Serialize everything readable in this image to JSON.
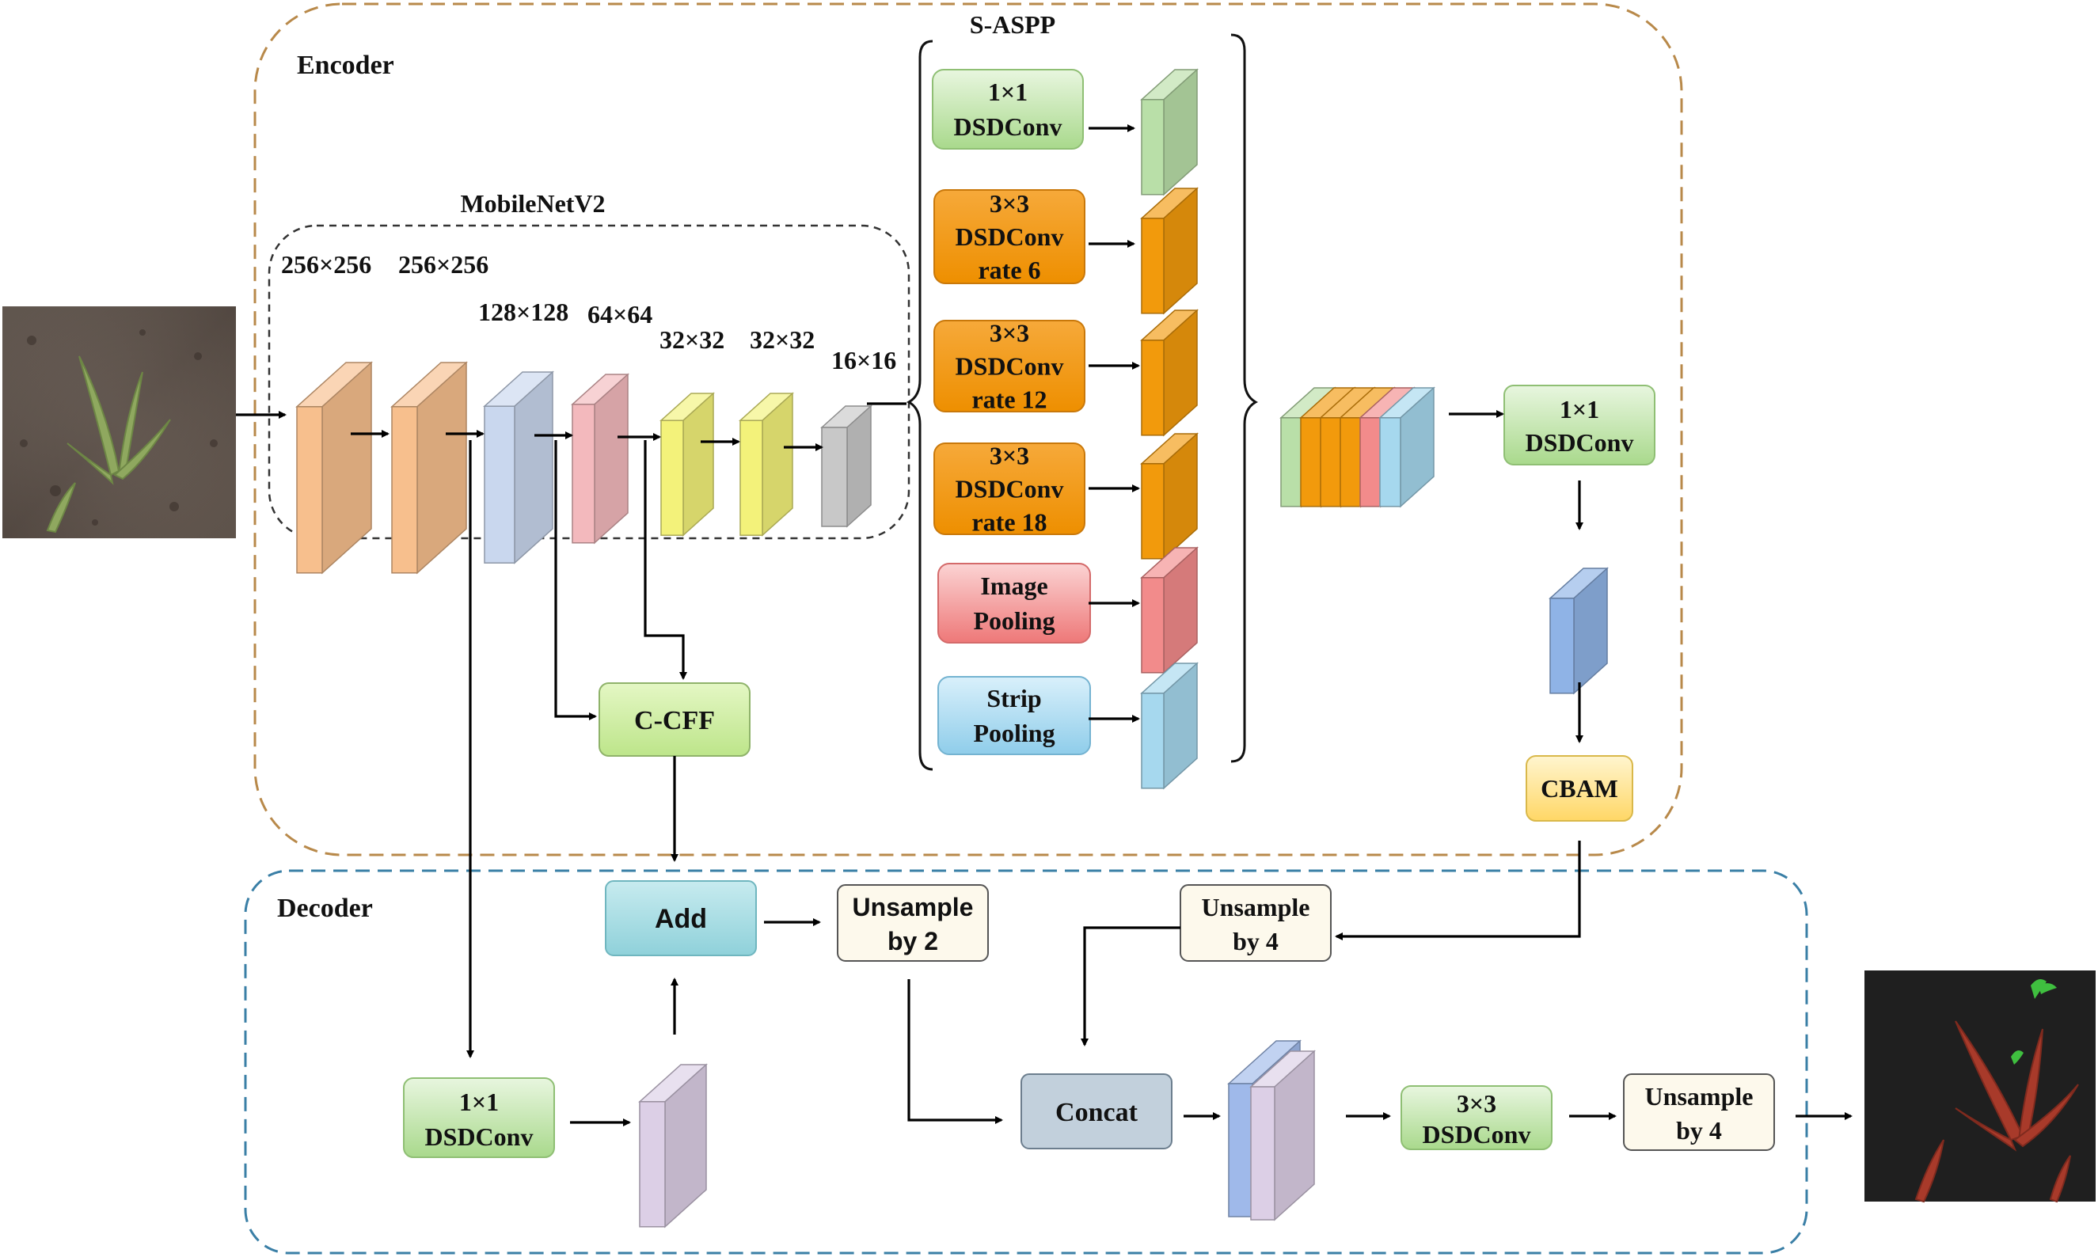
{
  "encoder": {
    "label": "Encoder"
  },
  "decoder": {
    "label": "Decoder"
  },
  "backbone": {
    "label": "MobileNetV2",
    "sizes": [
      "256×256",
      "256×256",
      "128×128",
      "64×64",
      "32×32",
      "32×32",
      "16×16"
    ]
  },
  "saspp": {
    "label": "S-ASPP",
    "branches": [
      {
        "lines": [
          "1×1",
          "DSDConv"
        ],
        "color": "#b9dfa8"
      },
      {
        "lines": [
          "3×3",
          "DSDConv",
          "rate 6"
        ],
        "color": "#f29a0c"
      },
      {
        "lines": [
          "3×3",
          "DSDConv",
          "rate 12"
        ],
        "color": "#f29a0c"
      },
      {
        "lines": [
          "3×3",
          "DSDConv",
          "rate 18"
        ],
        "color": "#f29a0c"
      },
      {
        "lines": [
          "Image",
          "Pooling"
        ],
        "color": "#f28b8b"
      },
      {
        "lines": [
          "Strip",
          "Pooling"
        ],
        "color": "#a6d8ee"
      }
    ]
  },
  "blocks": {
    "ccff": "C-CFF",
    "conv_after_concat": [
      "1×1",
      "DSDConv"
    ],
    "cbam": "CBAM",
    "add": "Add",
    "up2": [
      "Unsample",
      "by 2"
    ],
    "up4_top": [
      "Unsample",
      "by 4"
    ],
    "concat": "Concat",
    "dec_conv1": [
      "1×1",
      "DSDConv"
    ],
    "dec_conv3": [
      "3×3",
      "DSDConv"
    ],
    "up4_out": [
      "Unsample",
      "by 4"
    ]
  },
  "colors": {
    "encoder_border": "#b8894a",
    "decoder_border": "#3a7fa6",
    "green_block": "#c9e8b8",
    "orange_block": "#f29a0c",
    "cbam_block": "#ffe9a6",
    "add_block": "#a9dde4",
    "concat_block": "#c2d0dc",
    "cream_block": "#fdf9ec"
  }
}
